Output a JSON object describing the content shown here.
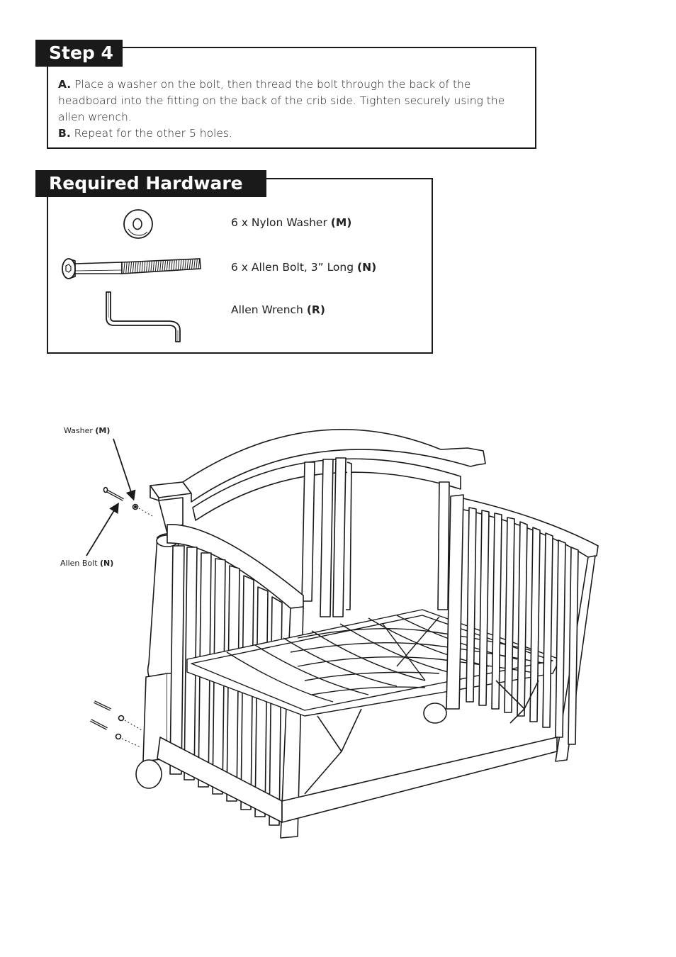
{
  "step": {
    "title": "Step 4",
    "a_label": "A.",
    "a_text": "Place a washer on the bolt, then thread the bolt through the back of the headboard into the fitting on the back of the crib side. Tighten securely using the allen wrench.",
    "b_label": "B.",
    "b_text": "Repeat for the other 5 holes."
  },
  "hardware": {
    "title": "Required Hardware",
    "items": [
      {
        "text": "6 x Nylon Washer",
        "code": "(M)",
        "icon": "washer-icon"
      },
      {
        "text": "6 x Allen Bolt, 3” Long",
        "code": "(N)",
        "icon": "bolt-icon"
      },
      {
        "text": "Allen Wrench",
        "code": "(R)",
        "icon": "allen-wrench-icon"
      }
    ]
  },
  "callouts": {
    "washer_label": "Washer",
    "washer_code": "(M)",
    "bolt_label": "Allen Bolt",
    "bolt_code": "(N)"
  }
}
